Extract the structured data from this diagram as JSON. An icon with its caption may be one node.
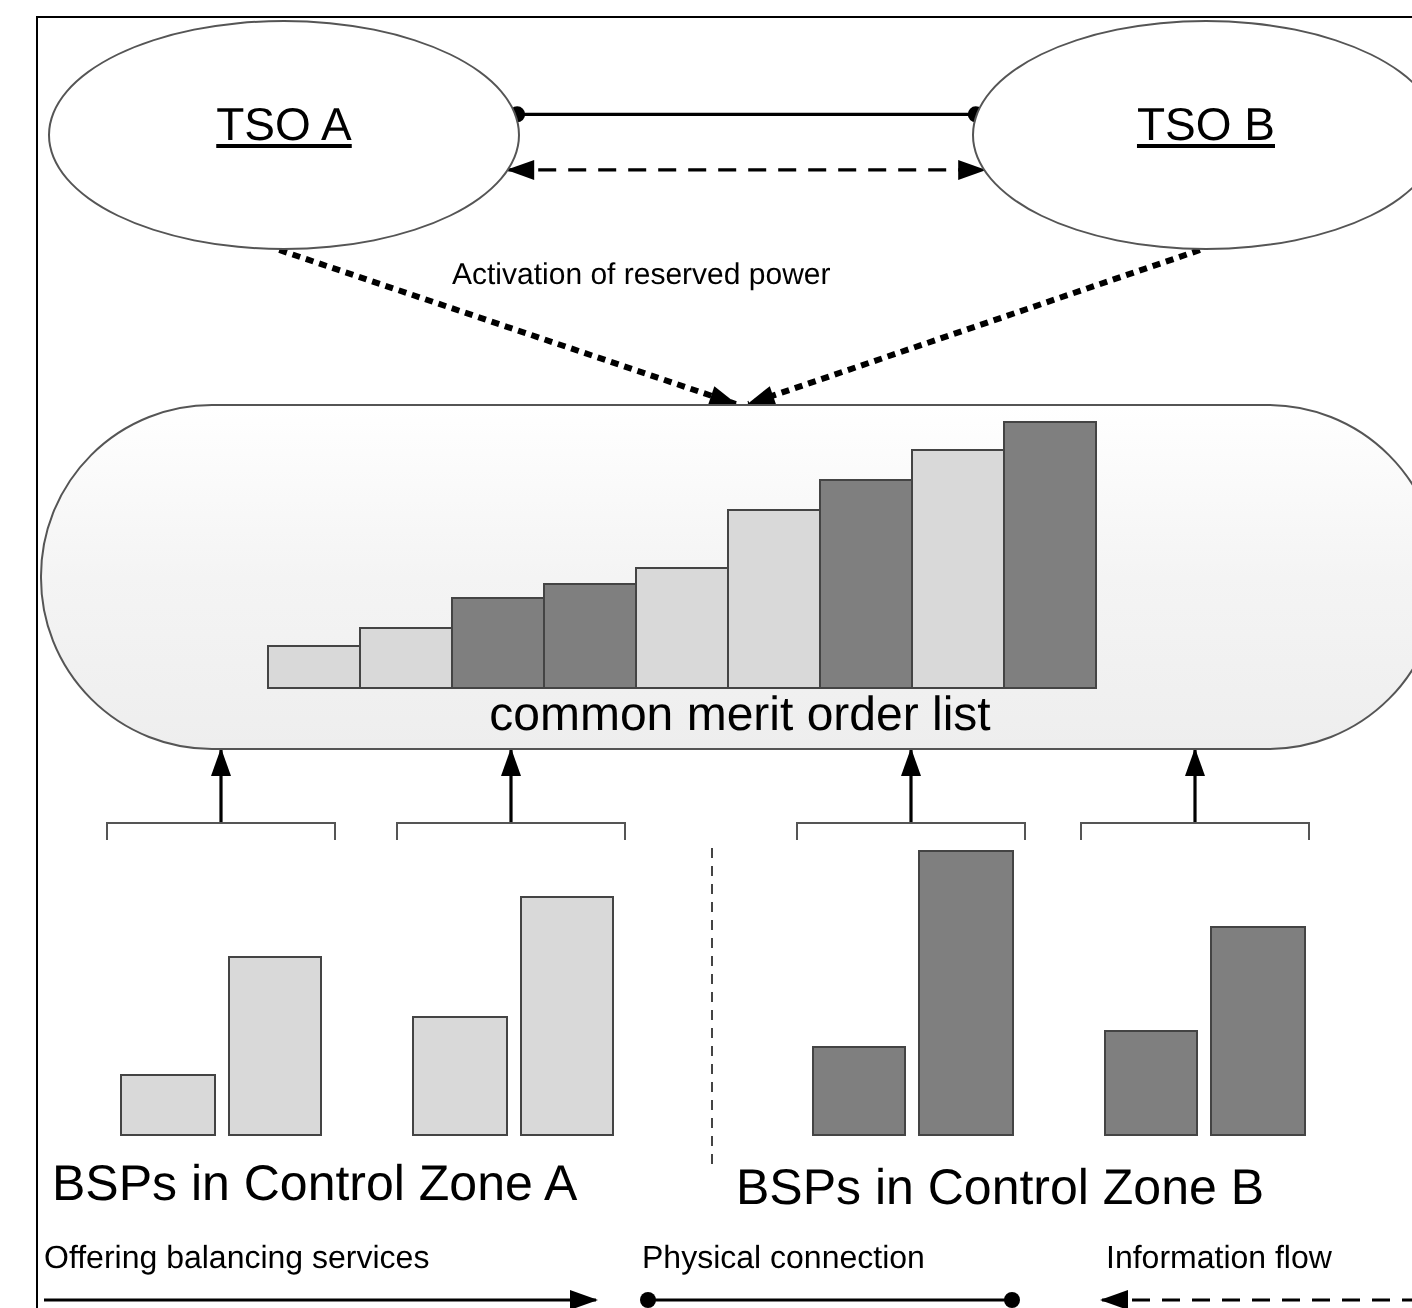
{
  "diagram": {
    "nodes": [
      {
        "text": [
          "TSO A"
        ]
      },
      {
        "text": [
          "TSO B"
        ]
      },
      {
        "text": [
          "common merit order list"
        ]
      },
      {
        "text": [],
        "shape": "bar"
      },
      {
        "text": [],
        "shape": "bar"
      },
      {
        "text": [],
        "shape": "bar"
      },
      {
        "text": [],
        "shape": "bar"
      }
    ],
    "edges": [
      {
        "from": 0,
        "to": 1,
        "arrow": "other"
      },
      {
        "from": 0,
        "to": 1,
        "arrow": "both",
        "style": "dashed"
      },
      {
        "from": 0,
        "to": 2,
        "arrow": "to",
        "style": "dashed"
      },
      {
        "from": 1,
        "to": 2,
        "arrow": "to",
        "style": "dashed"
      },
      {
        "from": 3,
        "to": 2,
        "arrow": "to"
      },
      {
        "from": 4,
        "to": 2,
        "arrow": "to"
      },
      {
        "from": 5,
        "to": 2,
        "arrow": "to"
      },
      {
        "from": 6,
        "to": 2,
        "arrow": "to"
      }
    ],
    "labels": [
      "Activation of reserved power",
      "BSPs in Control Zone A",
      "BSPs in Control Zone B"
    ],
    "legend": [
      {
        "text": "Offering balancing services"
      },
      {
        "text": "Physical connection"
      },
      {
        "text": "Information flow"
      }
    ]
  }
}
